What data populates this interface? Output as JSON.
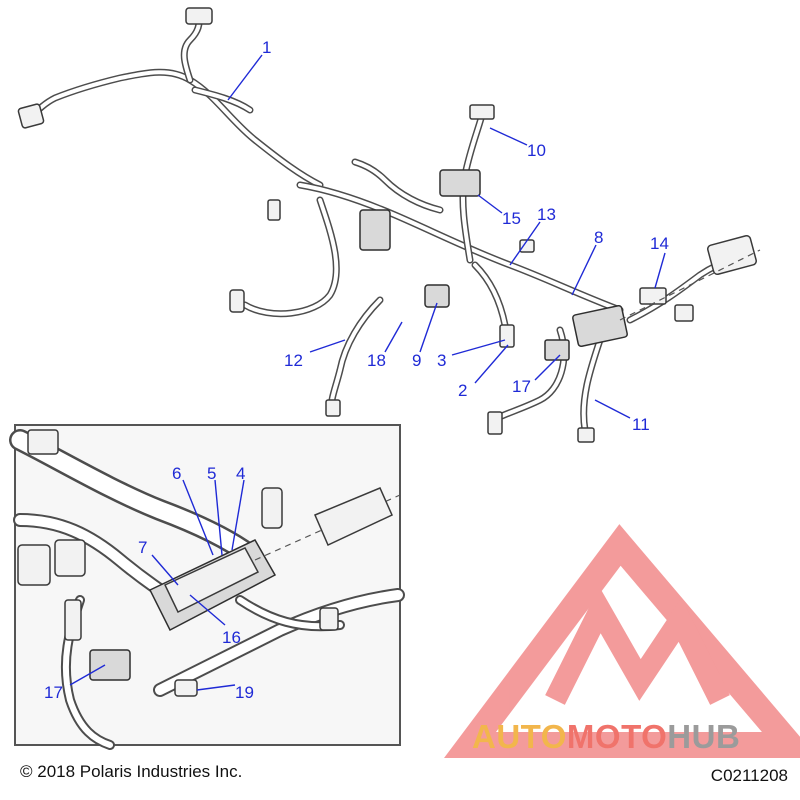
{
  "diagram": {
    "callouts": [
      "1",
      "2",
      "3",
      "4",
      "5",
      "6",
      "7",
      "8",
      "9",
      "10",
      "11",
      "12",
      "13",
      "14",
      "15",
      "16",
      "17",
      "17",
      "18",
      "19"
    ],
    "copyright": "© 2018 Polaris Industries Inc.",
    "drawing_code": "C0211208"
  },
  "watermark": {
    "part1": "AUTO",
    "part2": "MOTO",
    "part3": "HUB",
    "colors": {
      "auto": "#f2b64c",
      "moto": "#f0736b",
      "hub": "#9b9b9b",
      "logo": "#f07a7a"
    }
  },
  "colors": {
    "callout": "#1f2ad6",
    "line_art": "#4d4d4d"
  }
}
